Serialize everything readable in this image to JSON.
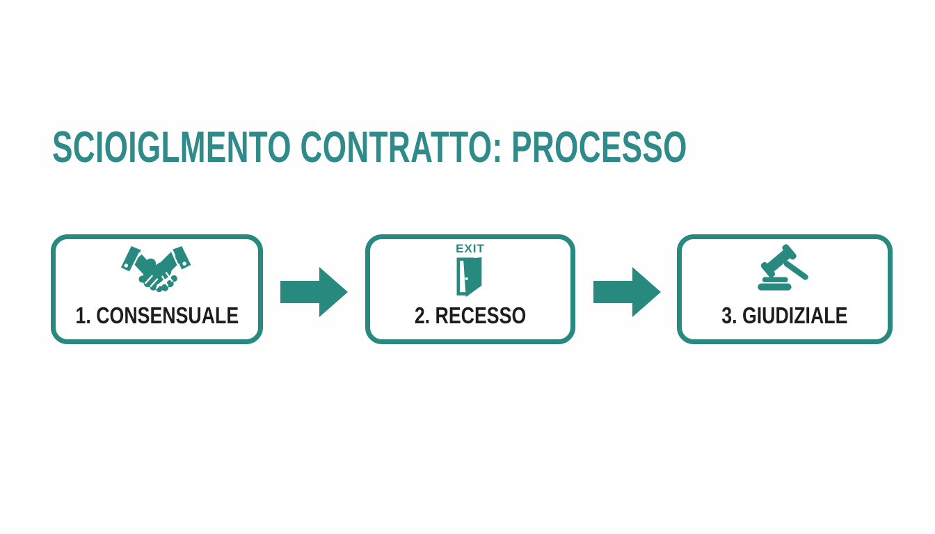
{
  "colors": {
    "background": "#fefefe",
    "accent": "#28897f",
    "title": "#2e8b89",
    "label": "#1d1d1d"
  },
  "title": "SCIOIGLMENTO CONTRATTO: PROCESSO",
  "steps": [
    {
      "label": "1. CONSENSUALE",
      "icon": "handshake-icon"
    },
    {
      "label": "2. RECESSO",
      "icon": "exit-door-icon",
      "icon_text": "EXIT"
    },
    {
      "label": "3. GIUDIZIALE",
      "icon": "gavel-icon"
    }
  ],
  "connectors": [
    {
      "shape": "block-arrow-right"
    },
    {
      "shape": "block-arrow-right"
    }
  ]
}
